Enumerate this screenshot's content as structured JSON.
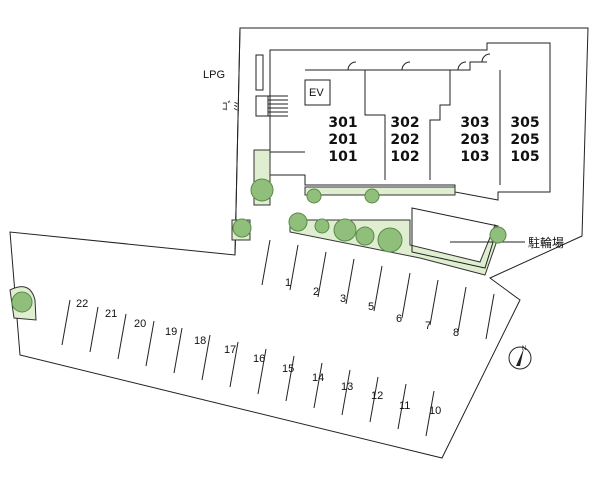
{
  "labels": {
    "lpg": "LPG",
    "garbage": "ｺﾞﾐ",
    "ev": "EV",
    "bicycle": "駐輪場",
    "north": "N"
  },
  "units": [
    {
      "name": "col-301",
      "lines": [
        "301",
        "201",
        "101"
      ]
    },
    {
      "name": "col-302",
      "lines": [
        "302",
        "202",
        "102"
      ]
    },
    {
      "name": "col-303",
      "lines": [
        "303",
        "203",
        "103"
      ]
    },
    {
      "name": "col-305",
      "lines": [
        "305",
        "205",
        "105"
      ]
    }
  ],
  "parking_upper": [
    "1",
    "2",
    "3",
    "5",
    "6",
    "7",
    "8"
  ],
  "parking_lower": [
    "22",
    "21",
    "20",
    "19",
    "18",
    "17",
    "16",
    "15",
    "14",
    "13",
    "12",
    "11",
    "10"
  ],
  "colors": {
    "tree": "#8fbf7a",
    "green_strip": "#dfeed0",
    "line": "#222222"
  }
}
